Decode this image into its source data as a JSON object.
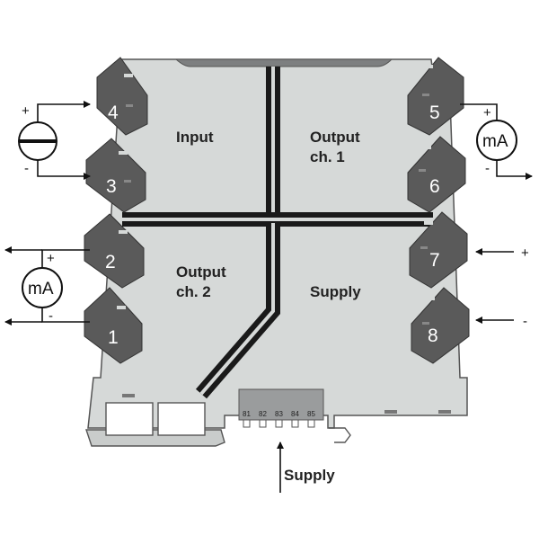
{
  "regions": {
    "input": "Input",
    "output1_line1": "Output",
    "output1_line2": "ch. 1",
    "output2_line1": "Output",
    "output2_line2": "ch. 2",
    "supply": "Supply"
  },
  "terminals": {
    "t1": "1",
    "t2": "2",
    "t3": "3",
    "t4": "4",
    "t5": "5",
    "t6": "6",
    "t7": "7",
    "t8": "8"
  },
  "meters": {
    "output1": "mA",
    "output2": "mA"
  },
  "signs": {
    "input_plus": "+",
    "input_minus": "-",
    "out1_plus": "+",
    "out1_minus": "-",
    "out2_plus": "+",
    "out2_minus": "-",
    "supply_plus": "+",
    "supply_minus": "-"
  },
  "bus": {
    "pins": [
      "81",
      "82",
      "83",
      "84",
      "85"
    ]
  },
  "supply_label": "Supply",
  "colors": {
    "housing": "#d6d9d8",
    "outline": "#555555",
    "terminal": "#5a5a5a",
    "separator": "#1a1a1a"
  }
}
